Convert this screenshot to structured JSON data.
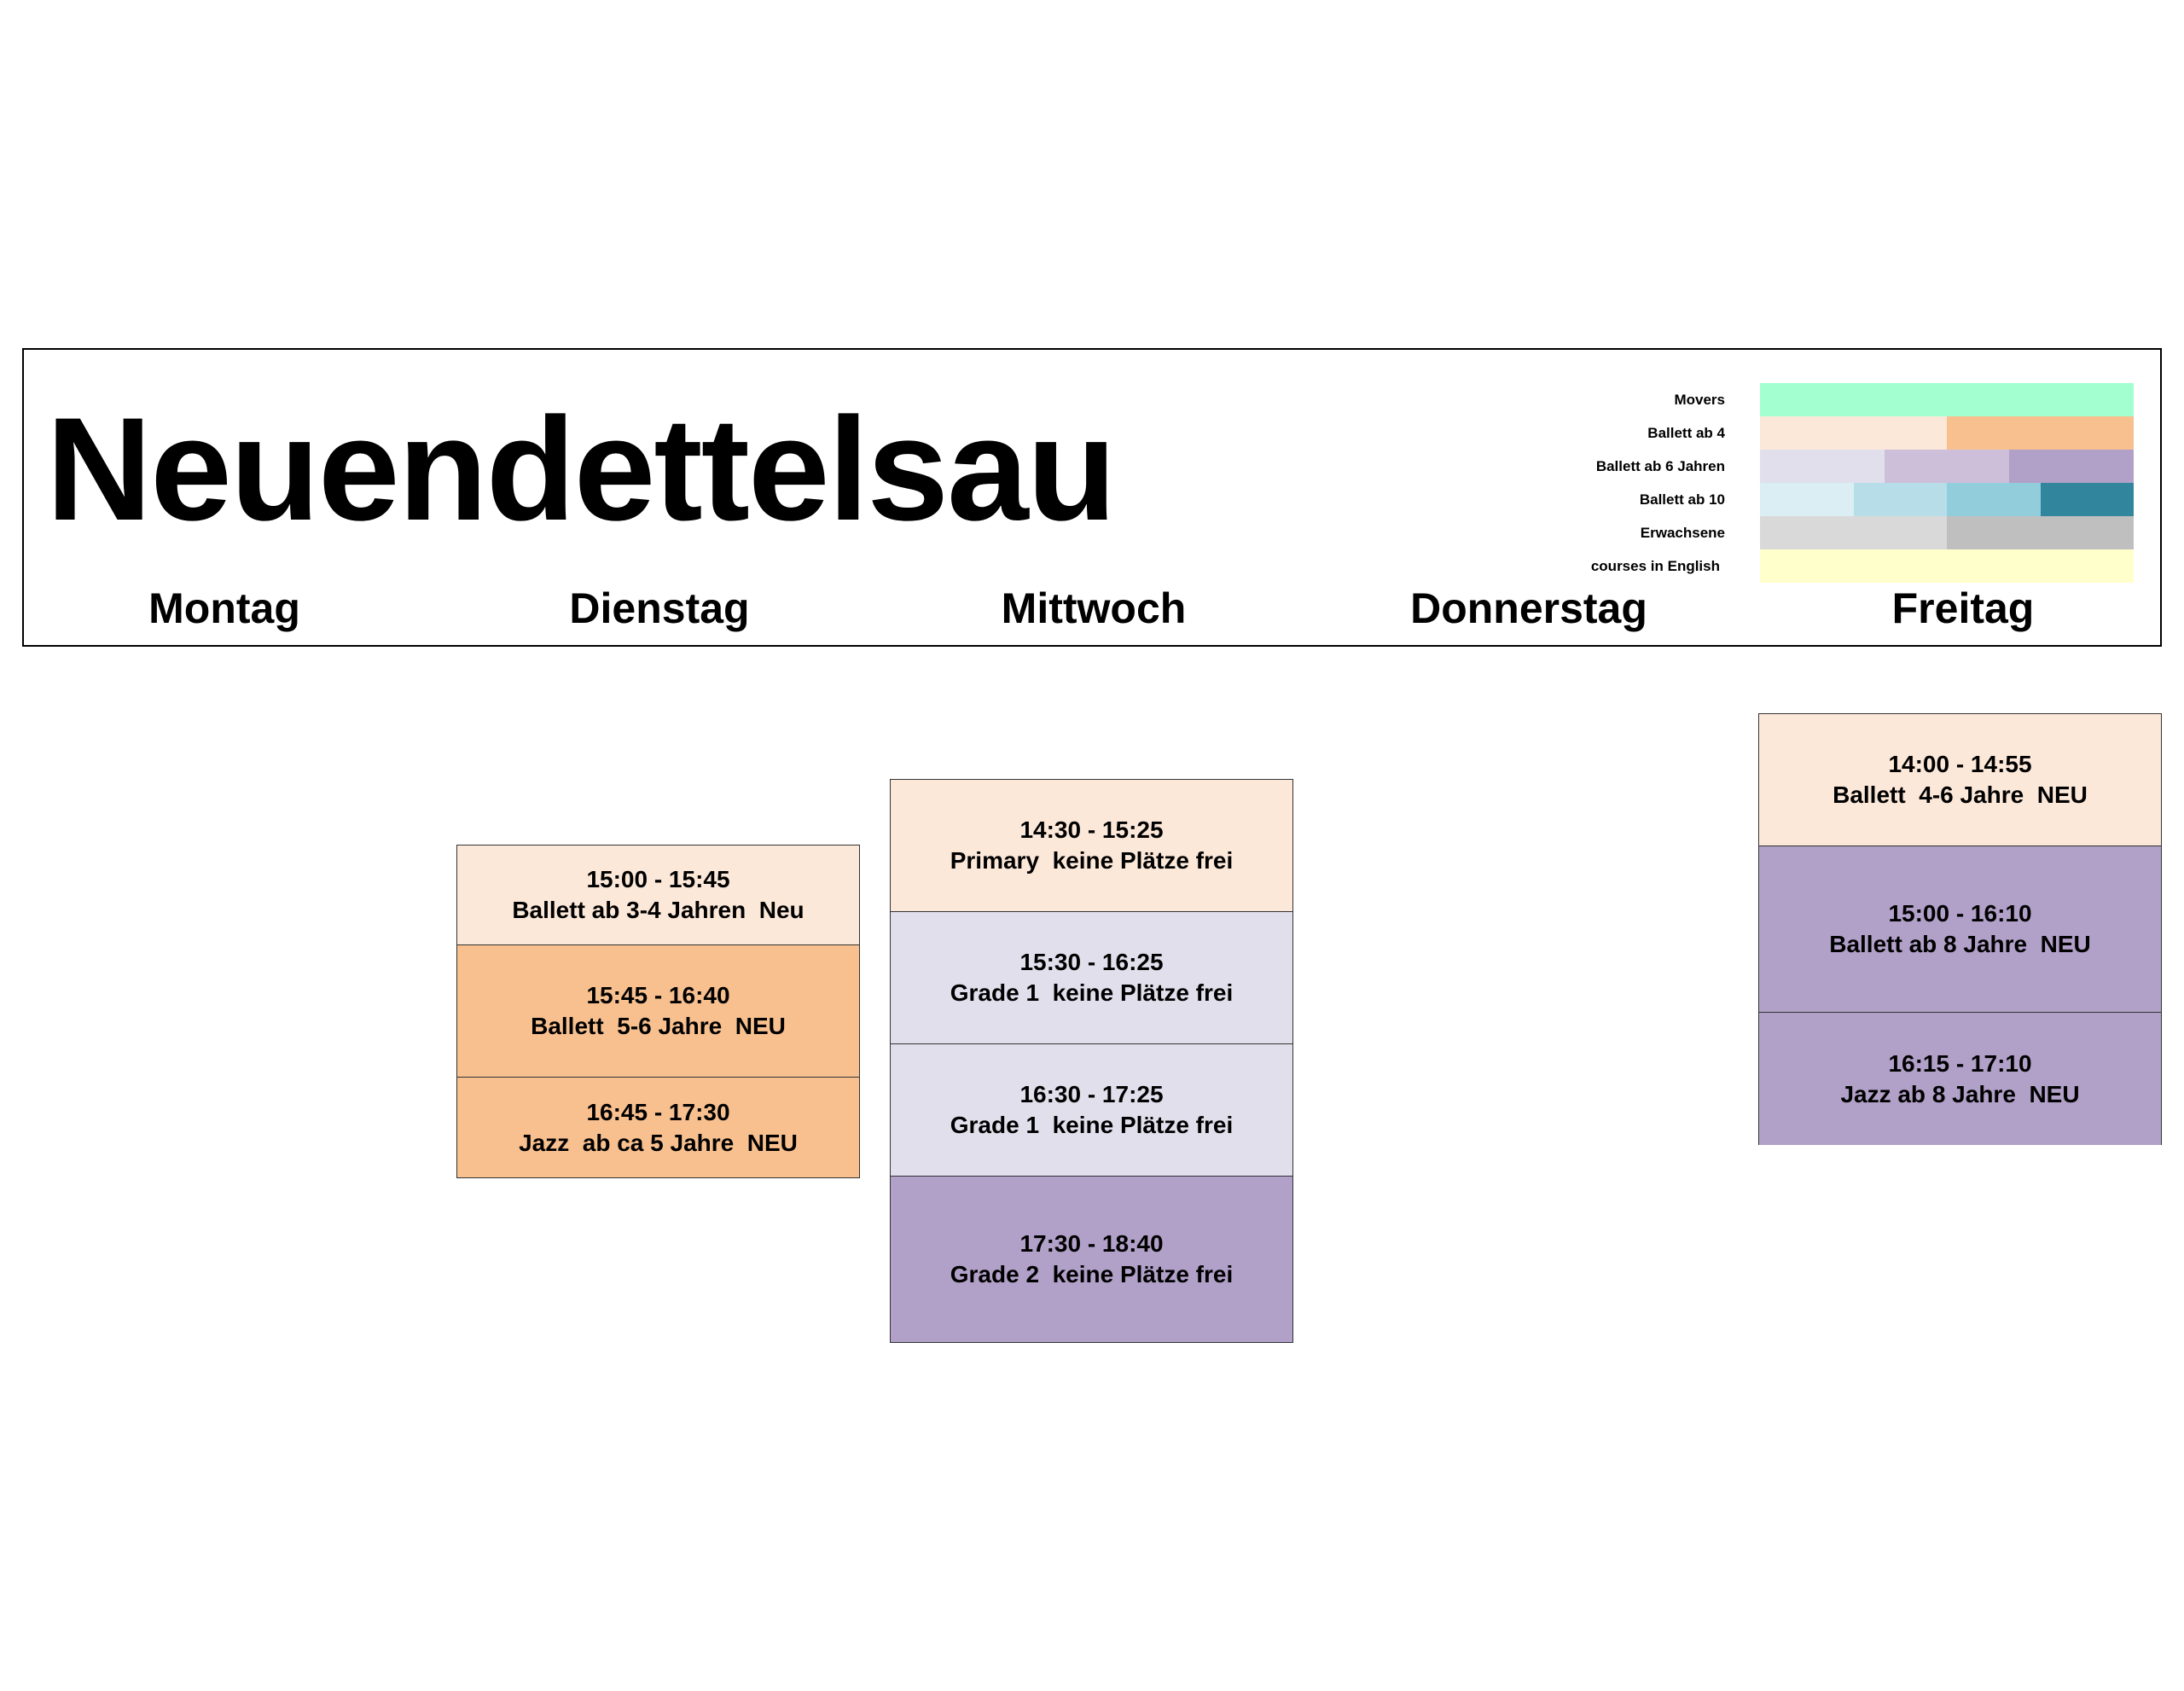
{
  "title": "Neuendettelsau",
  "days": [
    "Montag",
    "Dienstag",
    "Mittwoch",
    "Donnerstag",
    "Freitag"
  ],
  "legend": [
    {
      "label": "Movers",
      "colors": [
        "#A3FFCF"
      ]
    },
    {
      "label": "Ballett ab 4",
      "colors": [
        "#FCE8D9",
        "#F8C08F"
      ]
    },
    {
      "label": "Ballett ab 6 Jahren",
      "colors": [
        "#E2DFEC",
        "#CDBFD9",
        "#B1A0C8"
      ]
    },
    {
      "label": "Ballett ab 10",
      "colors": [
        "#DAEEF3",
        "#B6DDE8",
        "#92CDDC",
        "#31859C"
      ]
    },
    {
      "label": "Erwachsene",
      "colors": [
        "#D9D9D9",
        "#BFBFBF"
      ]
    },
    {
      "label": "courses in English",
      "colors": [
        "#FFFFCC"
      ]
    }
  ],
  "classes": {
    "dienstag": [
      {
        "time": "15:00 - 15:45",
        "name": "Ballett ab 3-4 Jahren  Neu",
        "color": "#FCE8D9"
      },
      {
        "time": "15:45 - 16:40",
        "name": "Ballett  5-6 Jahre  NEU",
        "color": "#F8C08F"
      },
      {
        "time": "16:45 - 17:30",
        "name": "Jazz  ab ca 5 Jahre  NEU",
        "color": "#F8C08F"
      }
    ],
    "mittwoch": [
      {
        "time": "14:30 - 15:25",
        "name": "Primary  keine Plätze frei",
        "color": "#FCE8D9"
      },
      {
        "time": "15:30 - 16:25",
        "name": "Grade 1  keine Plätze frei",
        "color": "#E2DFEC"
      },
      {
        "time": "16:30 - 17:25",
        "name": "Grade 1  keine Plätze frei",
        "color": "#E2DFEC"
      },
      {
        "time": "17:30 - 18:40",
        "name": "Grade 2  keine Plätze frei",
        "color": "#B1A0C8"
      }
    ],
    "freitag": [
      {
        "time": "14:00 - 14:55",
        "name": "Ballett  4-6 Jahre  NEU",
        "color": "#FCE8D9"
      },
      {
        "time": "15:00 - 16:10",
        "name": "Ballett ab 8 Jahre  NEU",
        "color": "#B1A0C8"
      },
      {
        "time": "16:15 - 17:10",
        "name": "Jazz ab 8 Jahre  NEU",
        "color": "#B1A0C8"
      }
    ]
  }
}
